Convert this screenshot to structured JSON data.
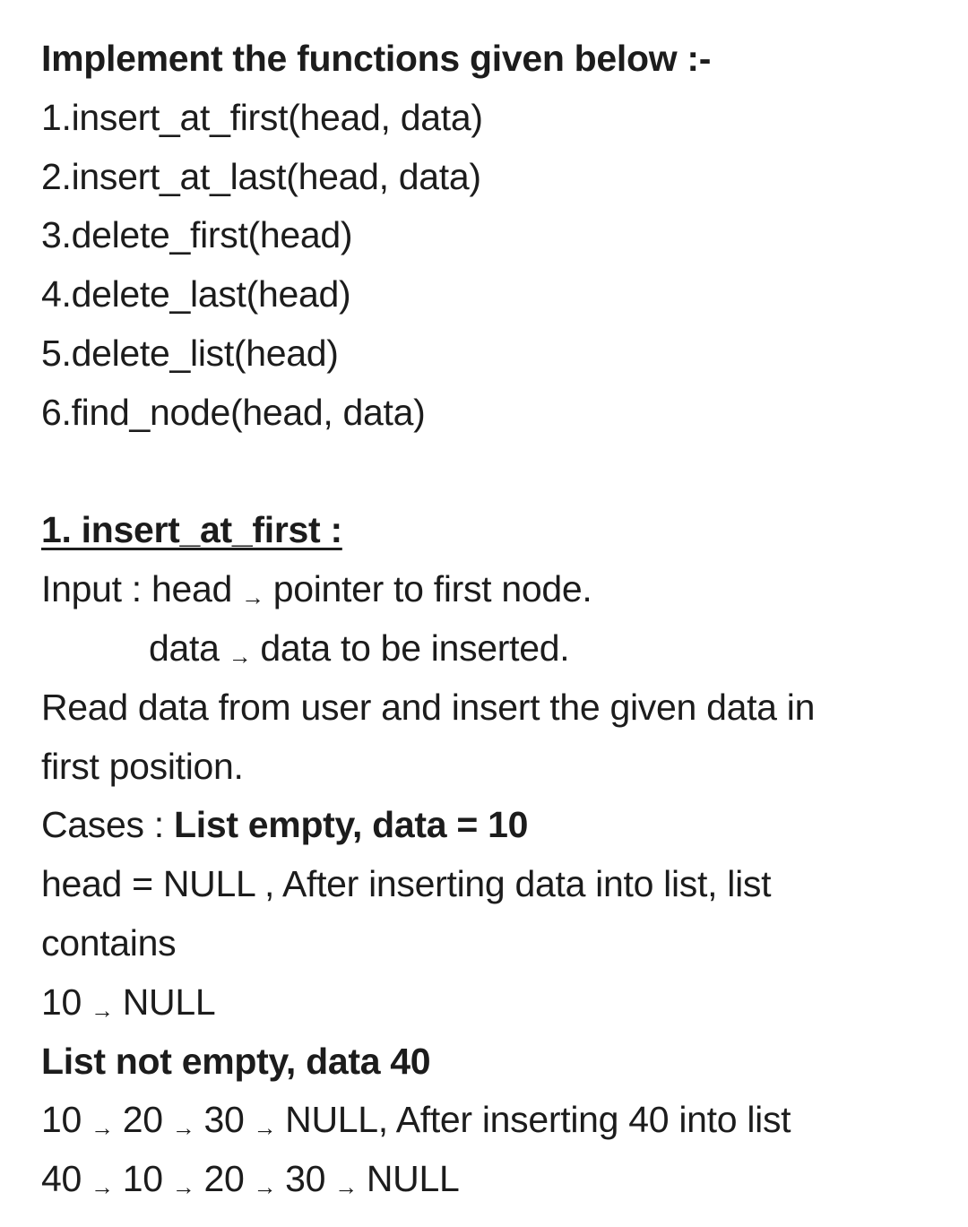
{
  "heading": "Implement the functions given below :-",
  "functions": [
    "1.insert_at_first(head, data)",
    "2.insert_at_last(head, data)",
    "3.delete_first(head)",
    "4.delete_last(head)",
    "5.delete_list(head)",
    "6.find_node(head, data)"
  ],
  "section": {
    "title": "1. insert_at_first :",
    "input_label": "Input : head",
    "input_head_desc": "pointer to first node.",
    "input_data_label": "data",
    "input_data_desc": "data to be inserted.",
    "desc_line1": "Read data from user and insert the given data in",
    "desc_line2": "first position.",
    "cases_label": "Cases : ",
    "case1_title": "List empty, data = 10",
    "case1_line1": "head = NULL , After inserting data into list, list",
    "case1_line2": "contains",
    "case1_result": [
      "10",
      "NULL"
    ],
    "case2_title": "List not empty, data 40",
    "case2_before": [
      "10",
      "20",
      "30"
    ],
    "case2_before_tail": "NULL, After inserting 40 into list",
    "case2_after": [
      "40",
      "10",
      "20",
      "30",
      "NULL"
    ],
    "arrow": "→"
  }
}
